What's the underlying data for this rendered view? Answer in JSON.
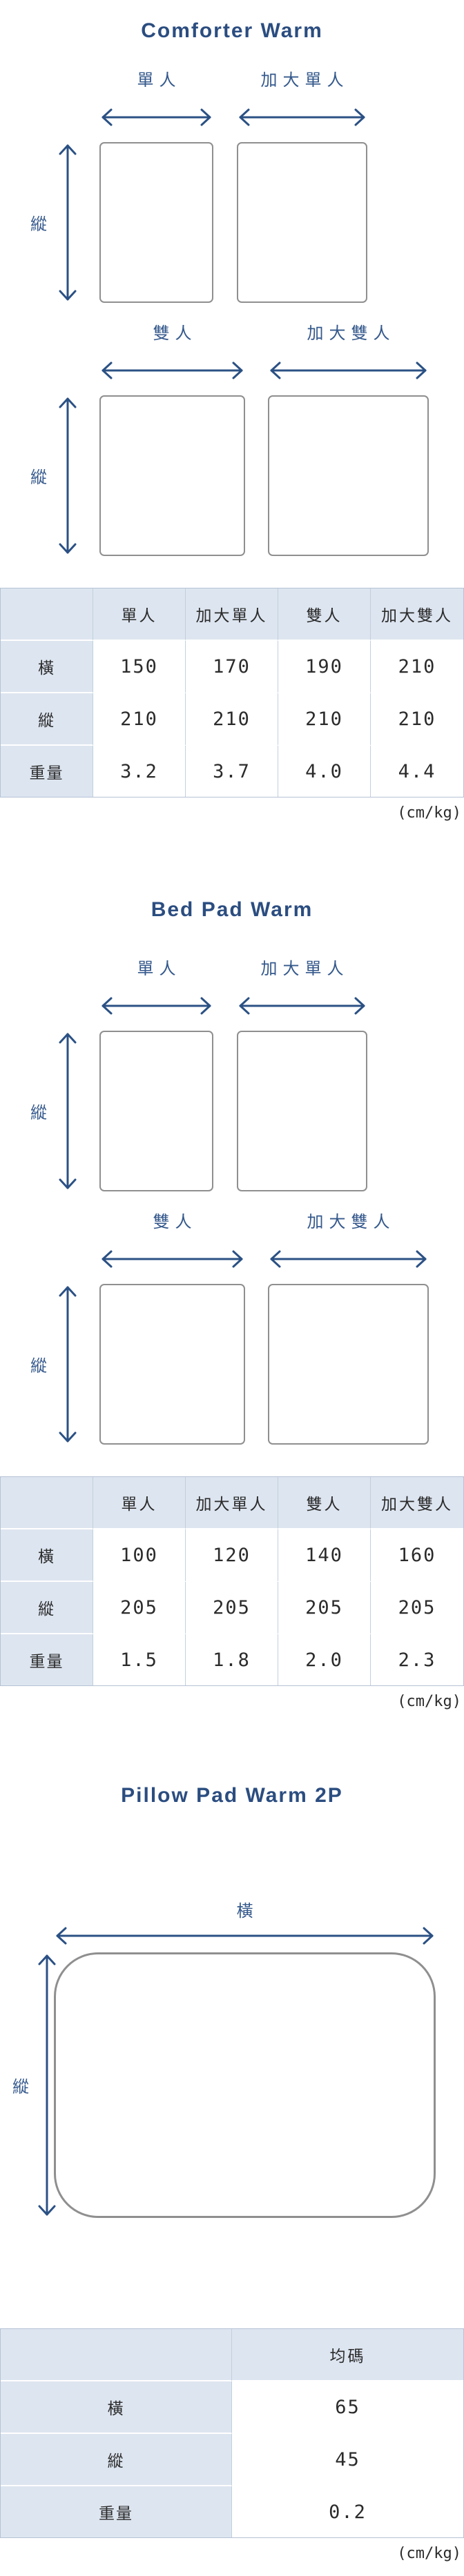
{
  "sections": [
    {
      "title": "Comforter Warm",
      "axis": {
        "horizontal": "橫",
        "vertical": "縱"
      },
      "diagram_rows": [
        {
          "items": [
            {
              "label": "單人"
            },
            {
              "label": "加大單人"
            }
          ]
        },
        {
          "items": [
            {
              "label": "雙人"
            },
            {
              "label": "加大雙人"
            }
          ]
        }
      ],
      "table": {
        "columns": [
          "單人",
          "加大單人",
          "雙人",
          "加大雙人"
        ],
        "rows": [
          {
            "label": "橫",
            "values": [
              "150",
              "170",
              "190",
              "210"
            ]
          },
          {
            "label": "縱",
            "values": [
              "210",
              "210",
              "210",
              "210"
            ]
          },
          {
            "label": "重量",
            "values": [
              "3.2",
              "3.7",
              "4.0",
              "4.4"
            ]
          }
        ]
      },
      "unit_note": "(cm/kg)"
    },
    {
      "title": "Bed Pad Warm",
      "axis": {
        "horizontal": "橫",
        "vertical": "縱"
      },
      "diagram_rows": [
        {
          "items": [
            {
              "label": "單人"
            },
            {
              "label": "加大單人"
            }
          ]
        },
        {
          "items": [
            {
              "label": "雙人"
            },
            {
              "label": "加大雙人"
            }
          ]
        }
      ],
      "table": {
        "columns": [
          "單人",
          "加大單人",
          "雙人",
          "加大雙人"
        ],
        "rows": [
          {
            "label": "橫",
            "values": [
              "100",
              "120",
              "140",
              "160"
            ]
          },
          {
            "label": "縱",
            "values": [
              "205",
              "205",
              "205",
              "205"
            ]
          },
          {
            "label": "重量",
            "values": [
              "1.5",
              "1.8",
              "2.0",
              "2.3"
            ]
          }
        ]
      },
      "unit_note": "(cm/kg)"
    },
    {
      "title": "Pillow Pad Warm 2P",
      "axis": {
        "horizontal": "橫",
        "vertical": "縱"
      },
      "table": {
        "columns": [
          "均碼"
        ],
        "rows": [
          {
            "label": "橫",
            "values": [
              "65"
            ]
          },
          {
            "label": "縱",
            "values": [
              "45"
            ]
          },
          {
            "label": "重量",
            "values": [
              "0.2"
            ]
          }
        ]
      },
      "unit_note": "(cm/kg)"
    }
  ],
  "colors": {
    "navy": "#2b5184",
    "title_navy": "#2b4d80",
    "table_header_bg": "#dde5f0",
    "table_border": "#b5c2d6",
    "rect_border": "#8f8f8f",
    "body_text": "#2b2b2b"
  }
}
